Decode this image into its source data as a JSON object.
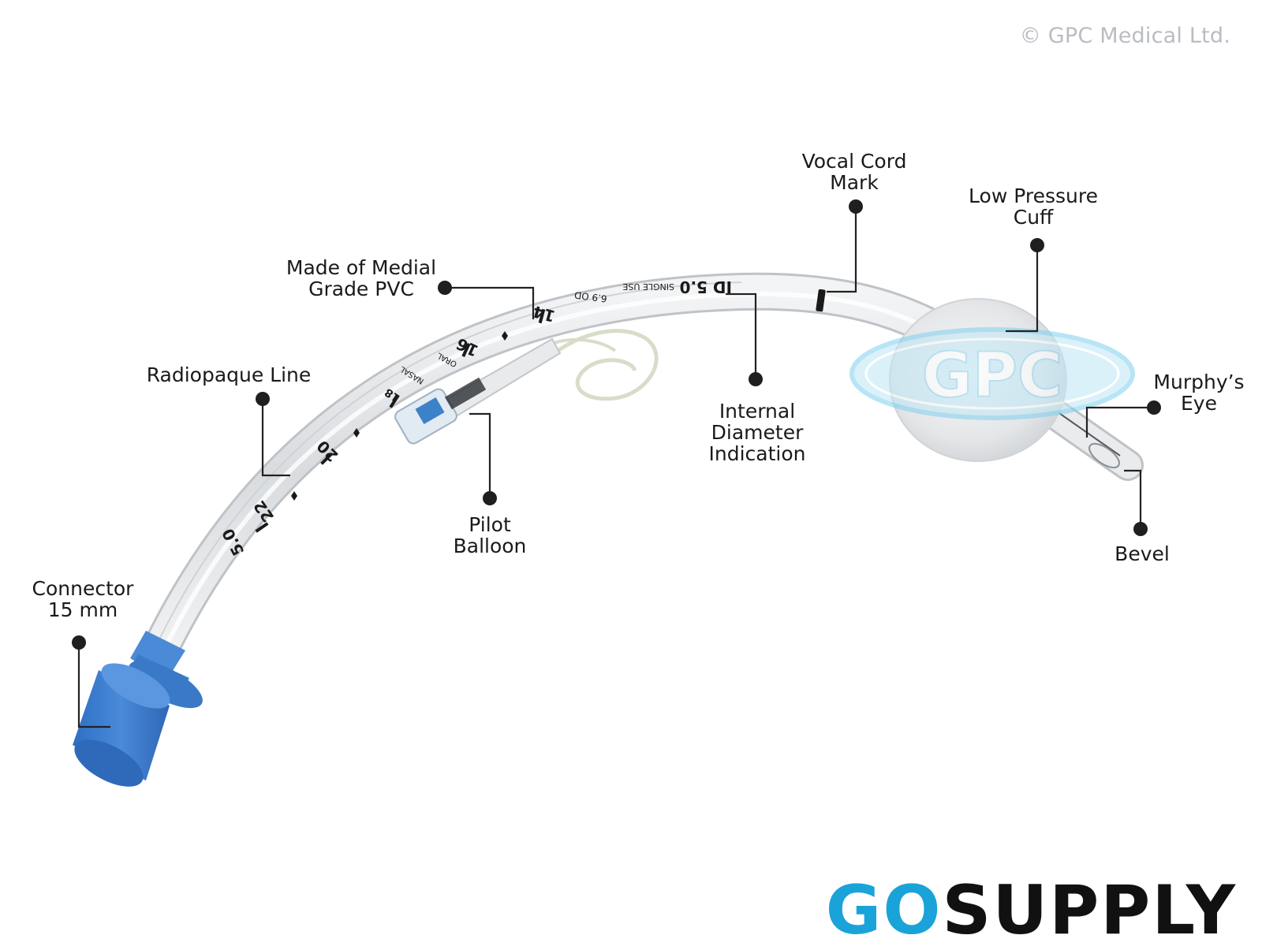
{
  "copyright": "© GPC Medical Ltd.",
  "watermark": "GPC",
  "brand": {
    "go": "GO",
    "supply": "SUPPLY"
  },
  "callouts": {
    "vocal_cord_mark": [
      "Vocal Cord",
      "Mark"
    ],
    "low_pressure_cuff": [
      "Low Pressure",
      "Cuff"
    ],
    "medical_grade_pvc": [
      "Made of Medial",
      "Grade PVC"
    ],
    "radiopaque_line": [
      "Radiopaque Line"
    ],
    "internal_diameter": [
      "Internal",
      "Diameter",
      "Indication"
    ],
    "murphys_eye": [
      "Murphy’s",
      "Eye"
    ],
    "pilot_balloon": [
      "Pilot",
      "Balloon"
    ],
    "bevel": [
      "Bevel"
    ],
    "connector": [
      "Connector",
      "15 mm"
    ]
  },
  "tube_printing": {
    "id_mark": "ID 5.0",
    "single_use": "SINGLE USE",
    "od_mark": "6.9 OD",
    "oral": "ORAL",
    "nasal": "NASAL",
    "depth_14": "14",
    "depth_16": "16",
    "depth_18": "18",
    "depth_20": "20",
    "depth_22": "22",
    "size_mark": "5.0"
  },
  "colors": {
    "connector_blue": "#3f7fd0",
    "tube_clear": "#e6e8ea",
    "leader_line": "#222222",
    "brand_blue": "#1aa3d9",
    "watermark_blue": "#5fc2ea"
  }
}
